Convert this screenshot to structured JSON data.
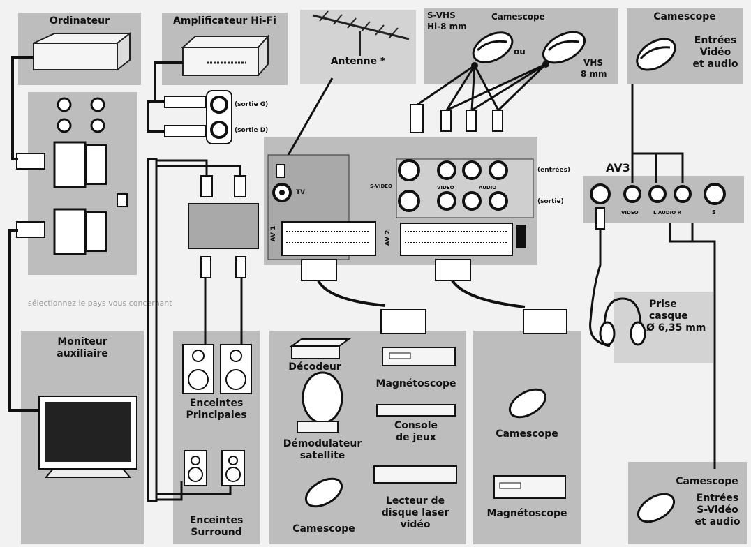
{
  "labels": {
    "ordinateur": "Ordinateur",
    "amplificateur": "Amplificateur Hi-Fi",
    "antenne": "Antenne *",
    "svhs": "S-VHS",
    "hi8": "Hi-8 mm",
    "camescope_top": "Camescope",
    "ou": "ou",
    "vhs": "VHS",
    "mm8": "8 mm",
    "camescope_right": "Camescope",
    "entrees_video_audio": [
      "Entrées",
      "Vidéo",
      "et audio"
    ],
    "av3": "AV3",
    "sortie_g": "(sortie G)",
    "sortie_d": "(sortie D)",
    "entrees": "(entrées)",
    "sortie": "(sortie)",
    "tv_label": "TV",
    "svideo_small": "S-VIDEO",
    "video_small": "VIDEO",
    "audio_small": "AUDIO",
    "av1": "AV 1",
    "av2": "AV 2",
    "av3_video": "VIDEO",
    "av3_audio": "L AUDIO R",
    "av3_s": "S",
    "moniteur": [
      "Moniteur",
      "auxiliaire"
    ],
    "enceintes_principales": [
      "Enceintes",
      "Principales"
    ],
    "enceintes_surround": [
      "Enceintes",
      "Surround"
    ],
    "decodeur": "Décodeur",
    "magnetoscope_1": "Magnétoscope",
    "demodulateur": [
      "Démodulateur",
      "satellite"
    ],
    "console": [
      "Console",
      "de jeux"
    ],
    "camescope_bottom": "Camescope",
    "lecteur": [
      "Lecteur de",
      "disque laser",
      "vidéo"
    ],
    "camescope_mid": "Camescope",
    "magnetoscope_2": "Magnétoscope",
    "prise_casque": [
      "Prise",
      "casque",
      "Ø 6,35 mm"
    ],
    "camescope_br": "Camescope",
    "entrees_svideo_audio": [
      "Entrées",
      "S-Vidéo",
      "et audio"
    ],
    "background_fragment": "sélectionnez le pays vous concernant"
  }
}
